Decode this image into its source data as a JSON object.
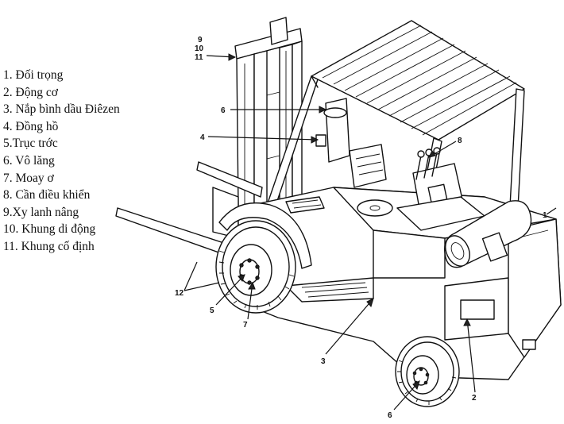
{
  "legend": [
    "1. Đối trọng",
    "2. Động cơ",
    "3. Nắp bình dầu Điêzen",
    "4. Đồng hồ",
    "5.Trục trớc",
    "6. Vô lăng",
    "7. Moay ơ",
    "8. Cần điều khiển",
    "9.Xy lanh nâng",
    "10. Khung di động",
    "11. Khung cố định"
  ],
  "callouts": {
    "c1": "1",
    "c2": "2",
    "c3": "3",
    "c4": "4",
    "c5": "5",
    "c6_top": "6",
    "c6_bottom": "6",
    "c7": "7",
    "c8": "8",
    "c9": "9",
    "c10": "10",
    "c11": "11",
    "c12": "12"
  }
}
